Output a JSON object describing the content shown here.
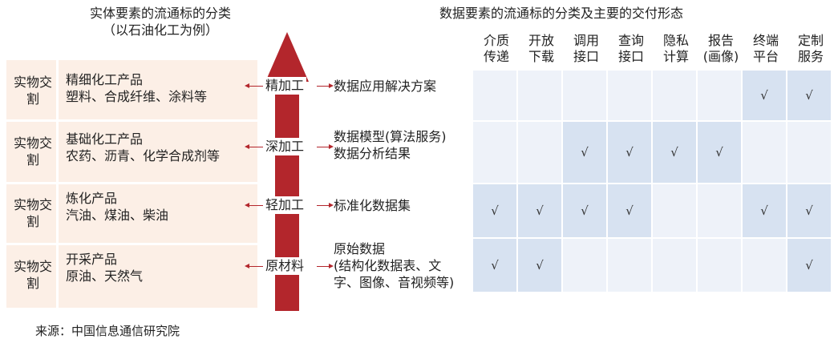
{
  "titles": {
    "left_line1": "实体要素的流通标的分类",
    "left_line2": "（以石油化工为例）",
    "right": "数据要素的流通标的分类及主要的交付形态"
  },
  "columns": [
    {
      "line1": "介质",
      "line2": "传递"
    },
    {
      "line1": "开放",
      "line2": "下载"
    },
    {
      "line1": "调用",
      "line2": "接口"
    },
    {
      "line1": "查询",
      "line2": "接口"
    },
    {
      "line1": "隐私",
      "line2": "计算"
    },
    {
      "line1": "报告",
      "line2": "(画像)"
    },
    {
      "line1": "终端",
      "line2": "平台"
    },
    {
      "line1": "定制",
      "line2": "服务"
    }
  ],
  "rows": [
    {
      "physical_label": "实物交割",
      "physical_line1": "精细化工产品",
      "physical_line2": "塑料、合成纤维、涂料等",
      "stage": "精加工",
      "data_lines": [
        "数据应用解决方案"
      ],
      "checks": [
        false,
        false,
        false,
        false,
        false,
        false,
        true,
        true
      ]
    },
    {
      "physical_label": "实物交割",
      "physical_line1": "基础化工产品",
      "physical_line2": "农药、沥青、化学合成剂等",
      "stage": "深加工",
      "data_lines": [
        "数据模型(算法服务)",
        "数据分析结果"
      ],
      "checks": [
        false,
        false,
        true,
        true,
        true,
        true,
        false,
        false
      ]
    },
    {
      "physical_label": "实物交割",
      "physical_line1": "炼化产品",
      "physical_line2": "汽油、煤油、柴油",
      "stage": "轻加工",
      "data_lines": [
        "标准化数据集"
      ],
      "checks": [
        true,
        true,
        true,
        true,
        false,
        false,
        true,
        true
      ]
    },
    {
      "physical_label": "实物交割",
      "physical_line1": "开采产品",
      "physical_line2": "原油、天然气",
      "stage": "原材料",
      "data_lines": [
        "原始数据",
        "(结构化数据表、文",
        "字、图像、音视频等)"
      ],
      "checks": [
        true,
        true,
        false,
        false,
        false,
        false,
        false,
        true
      ]
    }
  ],
  "check_symbol": "√",
  "source": "来源：中国信息通信研究院",
  "colors": {
    "arrow": "#b3262c",
    "left_panel": "#fcefe6",
    "cell_light": "#eef2f9",
    "cell_checked": "#d7e2f1"
  }
}
